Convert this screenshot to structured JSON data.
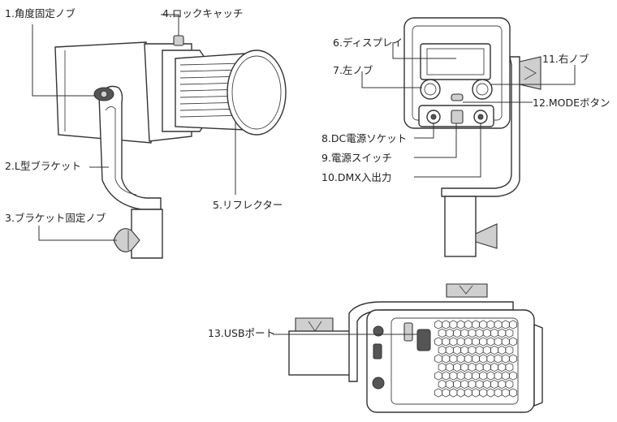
{
  "labels": {
    "l1": "1.角度固定ノブ",
    "l2": "2.L型ブラケット",
    "l3": "3.ブラケット固定ノブ",
    "l4": "4.ロックキャッチ",
    "l5": "5.リフレクター",
    "l6": "6.ディスプレイ",
    "l7": "7.左ノブ",
    "l8": "8.DC電源ソケット",
    "l9": "9.電源スイッチ",
    "l10": "10.DMX入出力",
    "l11": "11.右ノブ",
    "l12": "12.MODEボタン",
    "l13": "13.USBポート"
  }
}
